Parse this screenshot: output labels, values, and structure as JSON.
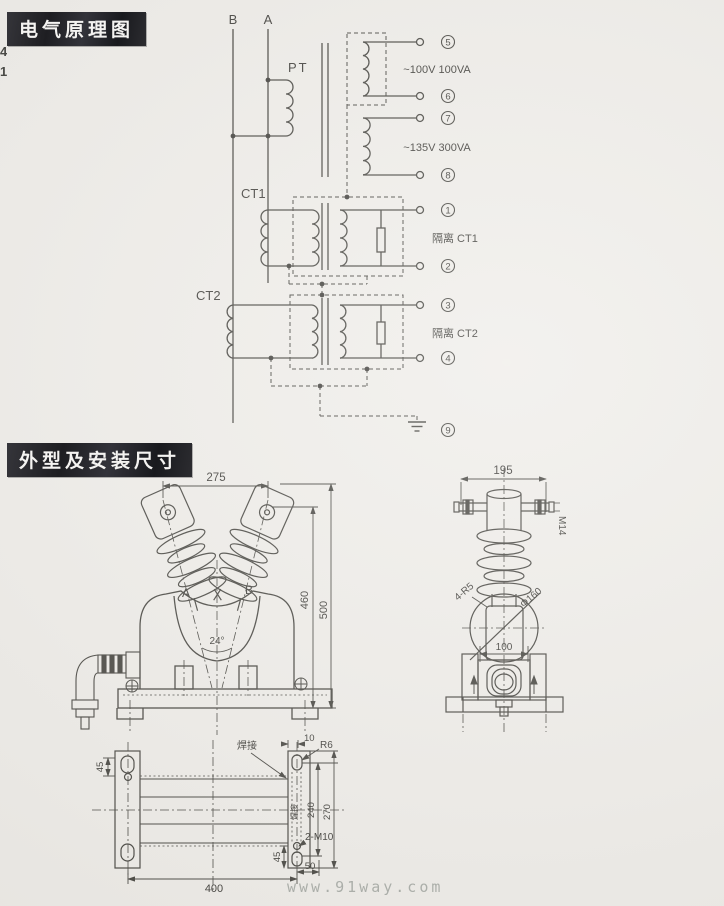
{
  "page": {
    "watermark": "www.91way.com",
    "edge_marks": [
      "4",
      "1"
    ]
  },
  "schematic_section": {
    "title": "电气原理图",
    "phase_b": "B",
    "phase_a": "A",
    "pt": {
      "label": "PT",
      "winding1": {
        "terminal_top": "5",
        "terminal_bottom": "6",
        "rating": "~100V 100VA"
      },
      "winding2": {
        "terminal_top": "7",
        "terminal_bottom": "8",
        "rating": "~135V 300VA"
      }
    },
    "ct1": {
      "label": "CT1",
      "terminal_top": "1",
      "terminal_bottom": "2",
      "note": "隔离 CT1"
    },
    "ct2": {
      "label": "CT2",
      "terminal_top": "3",
      "terminal_bottom": "4",
      "note": "隔离 CT2"
    },
    "ground": {
      "terminal": "9"
    }
  },
  "outline_section": {
    "title": "外型及安装尺寸",
    "front_view": {
      "dim_top_width": "275",
      "dim_height_body": "460",
      "dim_height_total": "500",
      "angle": "24°",
      "bushing_a": "A",
      "bushing_b": "B"
    },
    "side_view": {
      "dim_top_width": "195",
      "terminal_thread": "M14",
      "corner_radius": "4-R5",
      "body_diameter": "Φ160",
      "dim_window": "100"
    },
    "base_view": {
      "dim_overall_length": "400",
      "dim_left_hole": "45",
      "dim_plate_gap": "10",
      "slot_radius": "R6",
      "weld_note": "焊接",
      "plate_note": "焊接",
      "dim_slot_spacing": "240",
      "dim_plate_length": "270",
      "bolt_holes": "2-M10",
      "dim_hole_offset": "45",
      "dim_edge": "50"
    }
  }
}
